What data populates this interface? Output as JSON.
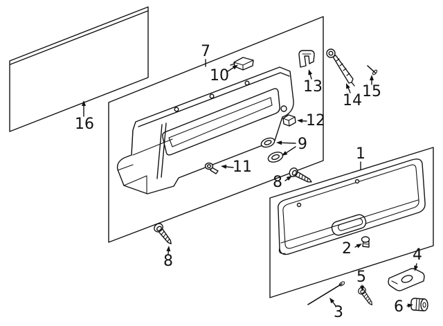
{
  "canvas": {
    "background": "#ffffff",
    "line_color": "#111111",
    "text_color": "#111111"
  },
  "diagram": {
    "callouts": {
      "c1": "1",
      "c2": "2",
      "c3": "3",
      "c4": "4",
      "c5": "5",
      "c6": "6",
      "c7": "7",
      "c8a": "8",
      "c8b": "8",
      "c9": "9",
      "c10": "10",
      "c11": "11",
      "c12": "12",
      "c13": "13",
      "c14": "14",
      "c15": "15",
      "c16": "16"
    }
  }
}
